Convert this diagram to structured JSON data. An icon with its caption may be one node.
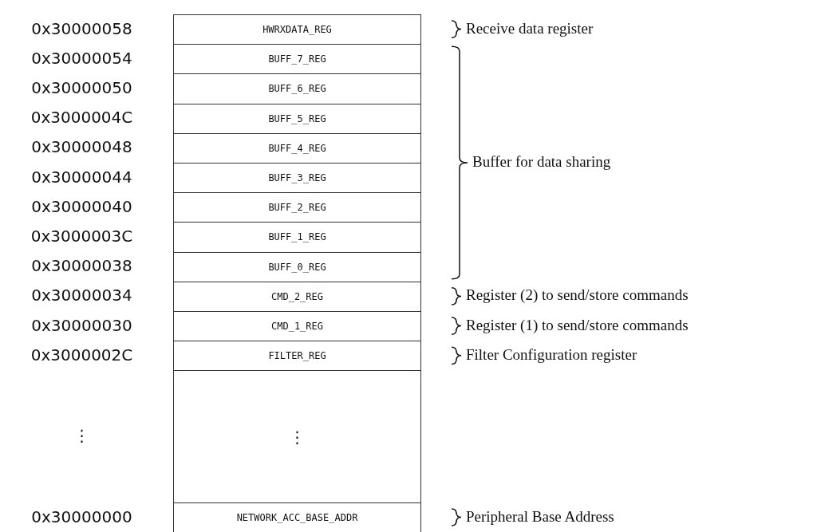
{
  "diagram": {
    "nodes": [
      {
        "text": [
          "HWRXDATA_REG"
        ],
        "beside": [
          "0x30000058"
        ]
      },
      {
        "text": [
          "BUFF_7_REG"
        ],
        "beside": [
          "0x30000054"
        ]
      },
      {
        "text": [
          "BUFF_6_REG"
        ],
        "beside": [
          "0x30000050"
        ]
      },
      {
        "text": [
          "BUFF_5_REG"
        ],
        "beside": [
          "0x3000004C"
        ]
      },
      {
        "text": [
          "BUFF_4_REG"
        ],
        "beside": [
          "0x30000048"
        ]
      },
      {
        "text": [
          "BUFF_3_REG"
        ],
        "beside": [
          "0x30000044"
        ]
      },
      {
        "text": [
          "BUFF_2_REG"
        ],
        "beside": [
          "0x30000040"
        ]
      },
      {
        "text": [
          "BUFF_1_REG"
        ],
        "beside": [
          "0x3000003C"
        ]
      },
      {
        "text": [
          "BUFF_0_REG"
        ],
        "beside": [
          "0x30000038"
        ]
      },
      {
        "text": [
          "CMD_2_REG"
        ],
        "beside": [
          "0x30000034"
        ]
      },
      {
        "text": [
          "CMD_1_REG"
        ],
        "beside": [
          "0x30000030"
        ]
      },
      {
        "text": [
          "FILTER_REG"
        ],
        "beside": [
          "0x3000002C"
        ]
      },
      {
        "text": [
          "⋮"
        ]
      },
      {
        "text": [
          "NETWORK_ACC_BASE_ADDR"
        ],
        "beside": [
          "0x30000000"
        ]
      }
    ],
    "edges": [],
    "labels": [
      "Receive data register",
      "Buffer for data sharing",
      "Register (2) to send/store commands",
      "Register (1) to send/store commands",
      "Filter Configuration register",
      "⋮",
      "Peripheral Base Address"
    ]
  }
}
